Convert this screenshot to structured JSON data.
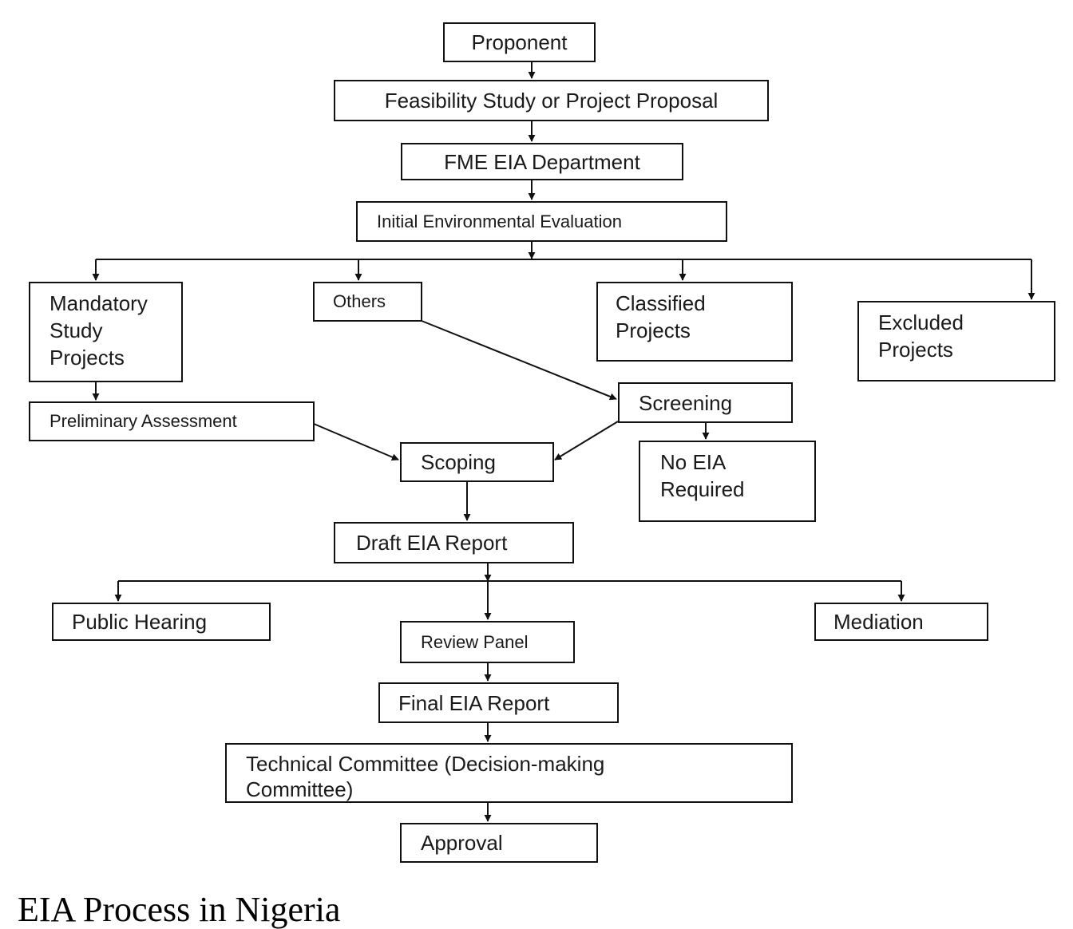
{
  "diagram": {
    "nodes": {
      "proponent": "Proponent",
      "feasibility": "Feasibility Study or Project Proposal",
      "fme_eia_department": "FME EIA Department",
      "initial_evaluation": "Initial Environmental Evaluation",
      "mandatory_study": "Mandatory\nStudy\nProjects",
      "others": "Others",
      "classified": "Classified\nProjects",
      "excluded": "Excluded\nProjects",
      "preliminary_assessment": "Preliminary Assessment",
      "screening": "Screening",
      "scoping": "Scoping",
      "no_eia_required": "No EIA\nRequired",
      "draft_eia_report": "Draft EIA Report",
      "public_hearing": "Public Hearing",
      "review_panel": "Review Panel",
      "mediation": "Mediation",
      "final_eia_report": "Final EIA Report",
      "technical_committee": "Technical Committee (Decision-making\nCommittee)",
      "approval": "Approval"
    },
    "edges": [
      [
        "proponent",
        "feasibility"
      ],
      [
        "feasibility",
        "fme_eia_department"
      ],
      [
        "fme_eia_department",
        "initial_evaluation"
      ],
      [
        "initial_evaluation",
        "mandatory_study"
      ],
      [
        "initial_evaluation",
        "others"
      ],
      [
        "initial_evaluation",
        "classified"
      ],
      [
        "initial_evaluation",
        "excluded"
      ],
      [
        "mandatory_study",
        "preliminary_assessment"
      ],
      [
        "others",
        "screening"
      ],
      [
        "preliminary_assessment",
        "scoping"
      ],
      [
        "screening",
        "scoping"
      ],
      [
        "screening",
        "no_eia_required"
      ],
      [
        "scoping",
        "draft_eia_report"
      ],
      [
        "draft_eia_report",
        "public_hearing"
      ],
      [
        "draft_eia_report",
        "review_panel"
      ],
      [
        "draft_eia_report",
        "mediation"
      ],
      [
        "review_panel",
        "final_eia_report"
      ],
      [
        "final_eia_report",
        "technical_committee"
      ],
      [
        "technical_committee",
        "approval"
      ]
    ]
  },
  "caption": "EIA Process in Nigeria"
}
